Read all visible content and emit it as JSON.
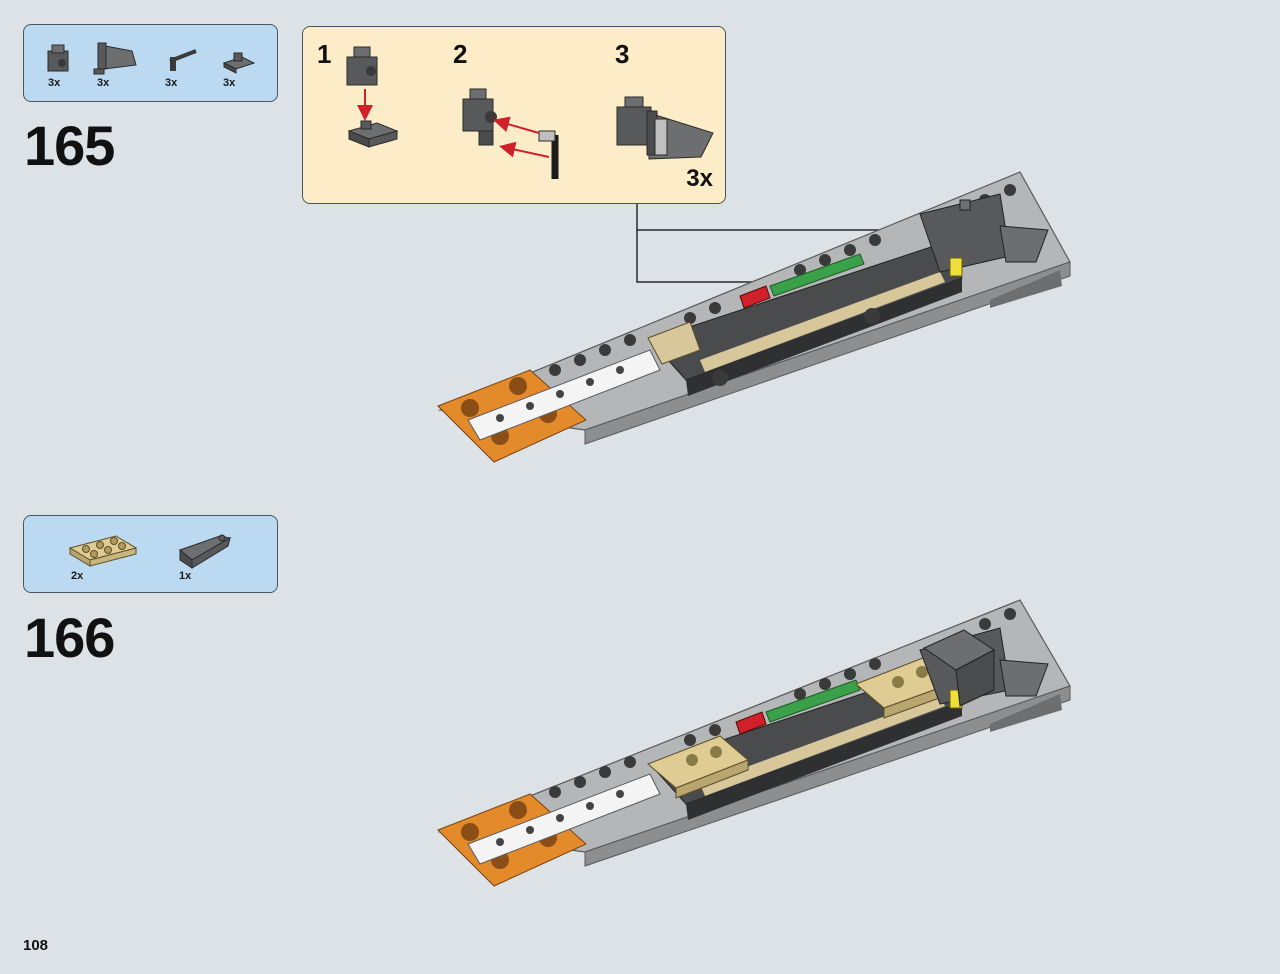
{
  "step165": {
    "number": "165",
    "parts": [
      {
        "icon": "dark-gray-brick-1x1-with-clip-icon",
        "count": "3x"
      },
      {
        "icon": "dark-gray-wedge-plate-icon",
        "count": "3x"
      },
      {
        "icon": "dark-gray-bar-with-clip-icon",
        "count": "3x"
      },
      {
        "icon": "dark-gray-plate-with-clip-icon",
        "count": "3x"
      }
    ],
    "callout": {
      "substeps": [
        "1",
        "2",
        "3"
      ],
      "multiplier": "3x"
    }
  },
  "step166": {
    "number": "166",
    "parts": [
      {
        "icon": "tan-plate-2x3-icon",
        "count": "2x"
      },
      {
        "icon": "dark-gray-inverted-slope-icon",
        "count": "1x"
      }
    ]
  },
  "colors": {
    "background": "#dde2e6",
    "parts_box": "#bcd9f2",
    "callout_box": "#fdecc8",
    "arrow_red": "#d0202a"
  },
  "page": {
    "number": "108"
  }
}
